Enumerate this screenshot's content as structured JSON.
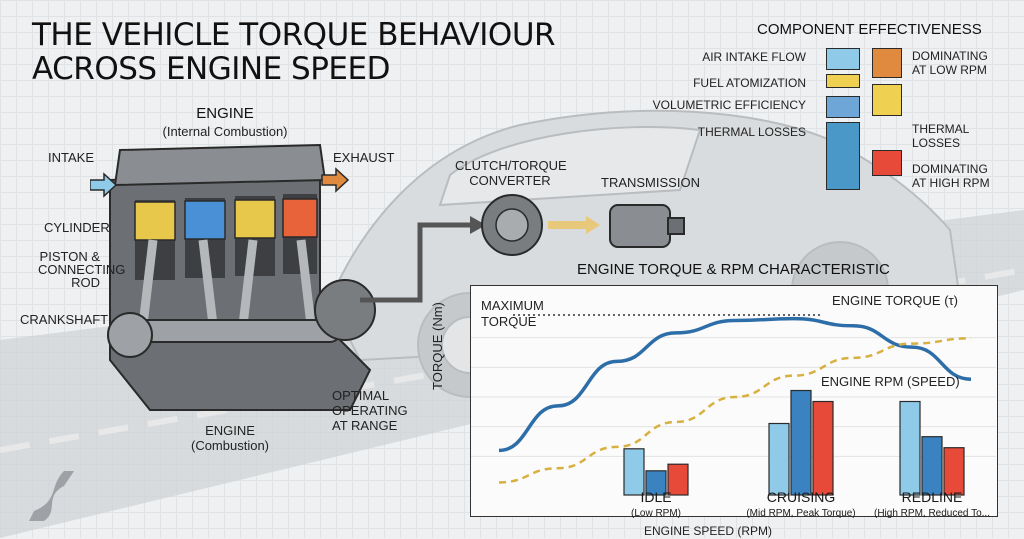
{
  "title_line1": "THE VEHICLE TORQUE BEHAVIOUR",
  "title_line2": "ACROSS ENGINE SPEED",
  "engine": {
    "heading": "ENGINE",
    "subheading": "(Internal Combustion)",
    "intake": "INTAKE",
    "exhaust": "EXHAUST",
    "cylinder": "CYLINDER",
    "piston_line1": "PISTON &",
    "piston_line2": "CONNECTING",
    "piston_line3": "ROD",
    "crankshaft": "CRANKSHAFT",
    "bottom_label_line1": "ENGINE",
    "bottom_label_line2": "(Combustion)",
    "optimal_line1": "OPTIMAL",
    "optimal_line2": "OPERATING",
    "optimal_line3": "AT RANGE",
    "cylinder_colors": [
      "#e8c84a",
      "#4a90d6",
      "#e8c84a",
      "#e8623a"
    ]
  },
  "drivetrain": {
    "clutch_line1": "CLUTCH/TORQUE",
    "clutch_line2": "CONVERTER",
    "transmission": "TRANSMISSION"
  },
  "component_effectiveness": {
    "heading": "COMPONENT EFFECTIVENESS",
    "left_items": [
      {
        "label": "AIR INTAKE FLOW",
        "color": "#8fcbe8"
      },
      {
        "label": "FUEL ATOMIZATION",
        "color": "#f0d050"
      },
      {
        "label": "VOLUMETRIC EFFICIENCY",
        "color": "#6ea6d8"
      },
      {
        "label": "THERMAL LOSSES",
        "color": "#4a98c8"
      }
    ],
    "right_items": [
      {
        "label_line1": "DOMINATING",
        "label_line2": "AT LOW RPM",
        "color": "#e08a40"
      },
      {
        "label_line1": "THERMAL",
        "label_line2": "LOSSES",
        "color": "#f0d050"
      },
      {
        "label_line1": "DOMINATING",
        "label_line2": "AT HIGH RPM",
        "color": "#e84a3a"
      }
    ]
  },
  "chart_data": {
    "type": "line",
    "title": "ENGINE TORQUE & RPM CHARACTERISTIC",
    "ylabel": "TORQUE (Nm)",
    "xlabel": "ENGINE SPEED (RPM)",
    "max_torque_line1": "MAXIMUM",
    "max_torque_line2": "TORQUE",
    "series": [
      {
        "name": "ENGINE TORQUE (τ)",
        "style": "solid",
        "color": "#2e6ea8",
        "values": [
          0.2,
          0.45,
          0.7,
          0.86,
          0.93,
          0.94,
          0.9,
          0.78,
          0.6
        ]
      },
      {
        "name": "ENGINE RPM (SPEED)",
        "style": "dashed",
        "color": "#d8b040",
        "values": [
          0.02,
          0.1,
          0.22,
          0.36,
          0.5,
          0.62,
          0.72,
          0.8,
          0.83
        ]
      }
    ],
    "bar_groups": [
      {
        "label": "IDLE",
        "sublabel": "(Low RPM)",
        "values": [
          0.42,
          0.22,
          0.28
        ]
      },
      {
        "label": "CRUISING",
        "sublabel": "(Mid RPM, Peak Torque)",
        "values": [
          0.65,
          0.95,
          0.85
        ]
      },
      {
        "label": "REDLINE",
        "sublabel": "(High RPM, Reduced To...",
        "values": [
          0.85,
          0.53,
          0.43
        ]
      }
    ],
    "bar_colors": [
      "#8fcbe8",
      "#3a82c0",
      "#e84a3a"
    ]
  }
}
